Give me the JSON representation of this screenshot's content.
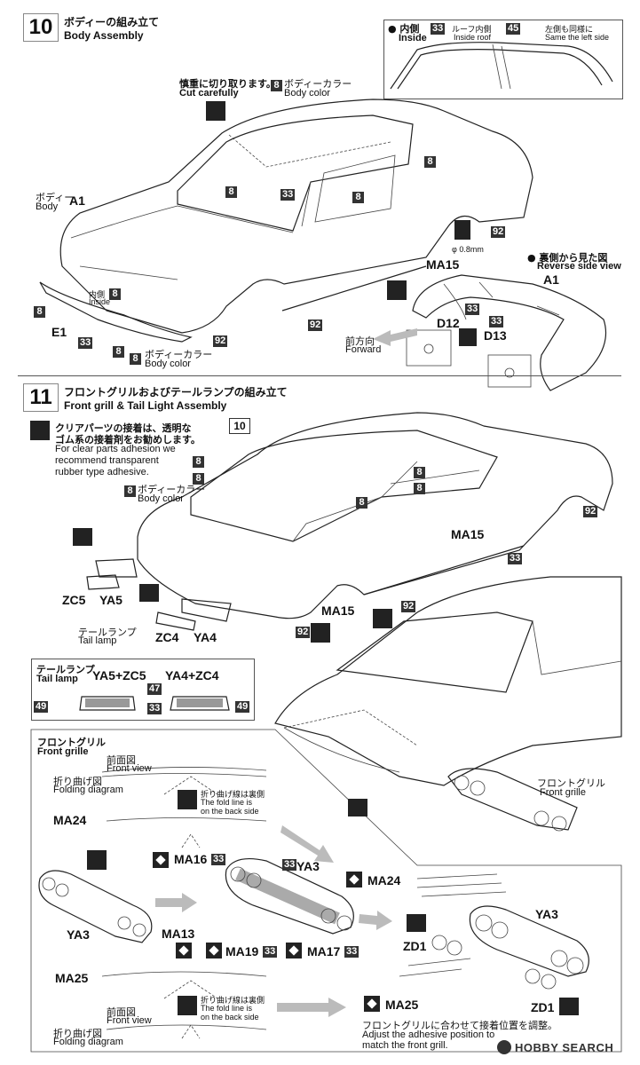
{
  "step10": {
    "number": "10",
    "title_jp": "ボディーの組み立て",
    "title_en": "Body Assembly",
    "cut_jp": "慎重に切り取ります。",
    "cut_en": "Cut carefully",
    "body_color_jp": "ボディーカラー",
    "body_color_en": "Body color",
    "body_jp": "ボディー",
    "body_en": "Body",
    "inside_small_jp": "内側",
    "inside_small_en": "Inside",
    "inset": {
      "inside_jp": "● 内側",
      "inside_en": "Inside",
      "roof_inside_jp": "ルーフ内側",
      "roof_inside_en": "Inside roof",
      "same_left_jp": "左側も同様に",
      "same_left_en": "Same the left side",
      "part_a": "33",
      "part_b": "45"
    },
    "reverse_jp": "● 裏側から見た図",
    "reverse_en": "Reverse side view",
    "forward_jp": "前方向",
    "forward_en": "Forward",
    "drill": "φ 0.8mm",
    "parts": {
      "a1": "A1",
      "e1": "E1",
      "ma15": "MA15",
      "d12": "D12",
      "d13": "D13"
    },
    "colors": [
      "8",
      "33",
      "92"
    ]
  },
  "step11": {
    "number": "11",
    "title_jp": "フロントグリルおよびテールランプの組み立て",
    "title_en": "Front grill & Tail Light Assembly",
    "note_jp_1": "クリアパーツの接着は、透明な",
    "note_jp_2": "ゴム系の接着剤をお勧めします。",
    "note_en_1": "For clear parts adhesion we",
    "note_en_2": "recommend transparent",
    "note_en_3": "rubber type adhesive.",
    "ref_step": "10",
    "body_color_jp": "ボディーカラー",
    "body_color_en": "Body color",
    "tail_lamp_jp": "テールランプ",
    "tail_lamp_en": "Tail lamp",
    "parts": {
      "zc5": "ZC5",
      "ya5": "YA5",
      "zc4": "ZC4",
      "ya4": "YA4",
      "ma15": "MA15"
    },
    "tail_box": {
      "title_jp": "テールランプ",
      "title_en": "Tail lamp",
      "combo_a": "YA5+ZC5",
      "combo_b": "YA4+ZC4",
      "c47": "47",
      "c49": "49",
      "c33": "33"
    },
    "grill_box": {
      "front_grill_jp": "フロントグリル",
      "front_grill_en": "Front grille",
      "front_view_jp": "前面図",
      "front_view_en": "Front view",
      "folding_jp": "折り曲げ図",
      "folding_en": "Folding diagram",
      "fold_note_jp": "折り曲げ線は裏側",
      "fold_note_en_1": "The fold line is",
      "fold_note_en_2": "on the back side",
      "ma24": "MA24",
      "ma25": "MA25",
      "ma16": "MA16",
      "ma13": "MA13",
      "ma19": "MA19",
      "ma17": "MA17",
      "ya3": "YA3",
      "zd1": "ZD1",
      "adjust_jp": "フロントグリルに合わせて接着位置を調整。",
      "adjust_en_1": "Adjust the adhesive position to",
      "adjust_en_2": "match the front grill."
    },
    "front_grill_jp": "フロントグリル",
    "front_grill_en": "Front grille"
  },
  "watermark": "HOBBY SEARCH"
}
